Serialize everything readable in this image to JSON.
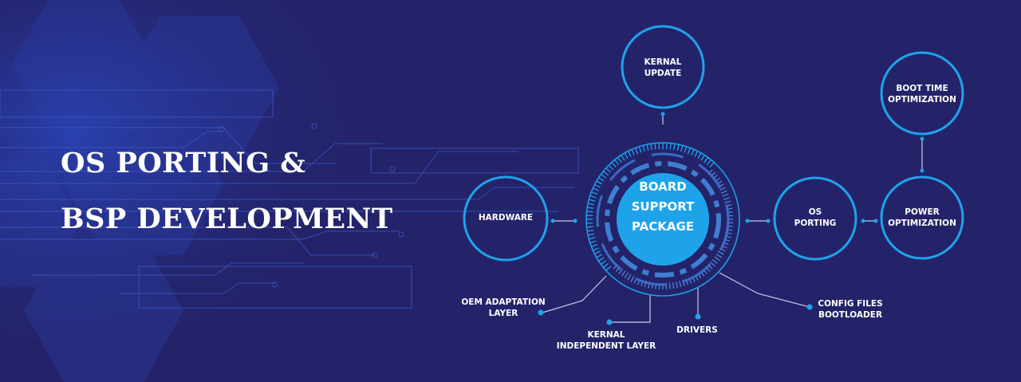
{
  "title": {
    "line1": "OS PORTING &",
    "line2": "BSP DEVELOPMENT"
  },
  "center": {
    "lines": [
      "BOARD",
      "SUPPORT",
      "PACKAGE"
    ]
  },
  "nodes": {
    "kernal_update": [
      "KERNAL",
      "UPDATE"
    ],
    "hardware": [
      "HARDWARE"
    ],
    "os_porting": [
      "OS",
      "PORTING"
    ],
    "power_optimization": [
      "POWER",
      "OPTIMIZATION"
    ],
    "boot_time_optimization": [
      "BOOT TIME",
      "OPTIMIZATION"
    ]
  },
  "callouts": {
    "oem": [
      "OEM ADAPTATION",
      "LAYER"
    ],
    "kernal_independent": [
      "KERNAL",
      "INDEPENDENT LAYER"
    ],
    "drivers": [
      "DRIVERS"
    ],
    "config": [
      "CONFIG FILES",
      "BOOTLOADER"
    ]
  },
  "colors": {
    "background": "#24236a",
    "accent": "#1ea3ea",
    "line": "#c9cbe6"
  }
}
